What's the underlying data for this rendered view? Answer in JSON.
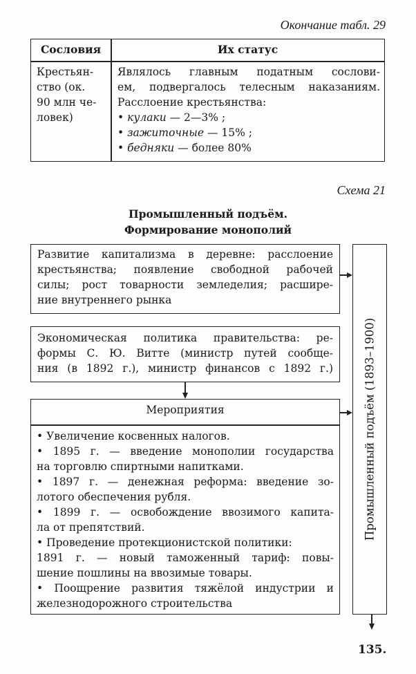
{
  "table_caption": "Окончание табл. 29",
  "table": {
    "headers": [
      "Сословия",
      "Их статус"
    ],
    "row": {
      "estate_lines": [
        "Крестьян-",
        "ство (ок.",
        "90 млн че-",
        "ловек)"
      ],
      "status_lines": [
        "Являлось главным податным сослови-",
        "ем, подвергалось телесным наказаниям.",
        "Расслоение крестьянства:"
      ],
      "strata": [
        {
          "name": "кулаки",
          "value": " — 2—3% ;"
        },
        {
          "name": "зажиточные",
          "value": " — 15% ;"
        },
        {
          "name": "бедняки",
          "value": " — более 80%"
        }
      ]
    }
  },
  "scheme_caption": "Схема 21",
  "scheme_title": [
    "Промышленный подъём.",
    "Формирование монополий"
  ],
  "box1_lines": [
    "Развитие капитализма в деревне: расслоение",
    "крестьянства; появление свободной рабочей",
    "силы; рост товарности земледелия; расшире-",
    "ние внутреннего рынка"
  ],
  "box2_lines": [
    "Экономическая политика правительства: ре-",
    "формы С. Ю. Витте (министр путей сообще-",
    "ния (в 1892 г.), министр финансов с 1892 г.)"
  ],
  "measures_title": "Мероприятия",
  "measures_lines": [
    "• Увеличение косвенных налогов.",
    "• 1895 г. — введение монополии государства",
    "на торговлю спиртными напитками.",
    "• 1897 г. — денежная реформа: введение зо-",
    "лотого обеспечения рубля.",
    "• 1899 г. — освобождение ввозимого капита-",
    "ла от препятствий.",
    "• Проведение протекционистской политики:",
    "1891 г. — новый таможенный тариф: повы-",
    "шение пошлины на ввозимые товары.",
    "• Поощрение развития тяжёлой индустрии и",
    "железнодорожного строительства"
  ],
  "vertical_label": "Промышленный подъём (1893–1900)",
  "page_number": "135."
}
